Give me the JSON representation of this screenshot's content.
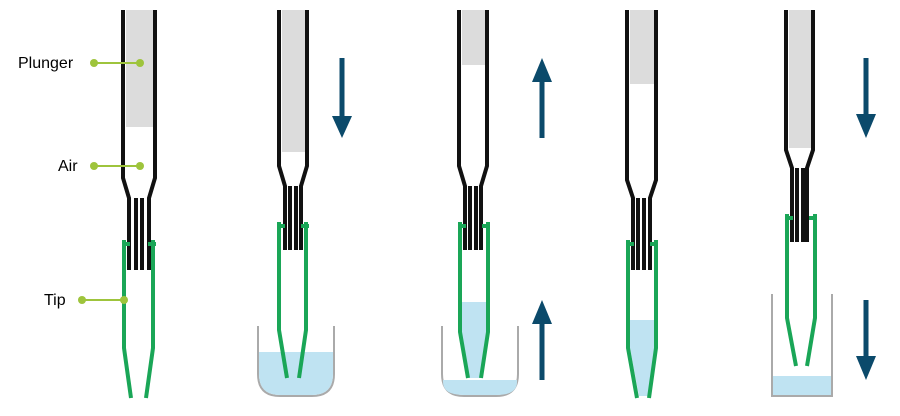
{
  "labels": {
    "plunger": "Plunger",
    "air": "Air",
    "tip": "Tip"
  },
  "colors": {
    "pipette_outline": "#111111",
    "plunger_fill": "#dcdcdc",
    "tip_green": "#1aa657",
    "liquid": "#bfe3f2",
    "container": "#aaaaaa",
    "arrow": "#0b4a6b",
    "callout": "#9ec43c"
  },
  "steps": [
    {
      "plunger_level": "rest",
      "arrows": [],
      "container": "none",
      "liquid_in_tip": "none"
    },
    {
      "plunger_level": "down",
      "arrows": [
        "down"
      ],
      "container": "tube",
      "liquid_in_tip": "none"
    },
    {
      "plunger_level": "up",
      "arrows": [
        "up",
        "up"
      ],
      "container": "tube",
      "liquid_in_tip": "filled"
    },
    {
      "plunger_level": "up",
      "arrows": [],
      "container": "none",
      "liquid_in_tip": "filled"
    },
    {
      "plunger_level": "fully-down",
      "arrows": [
        "down",
        "down"
      ],
      "container": "well",
      "liquid_in_tip": "dispensed"
    }
  ]
}
